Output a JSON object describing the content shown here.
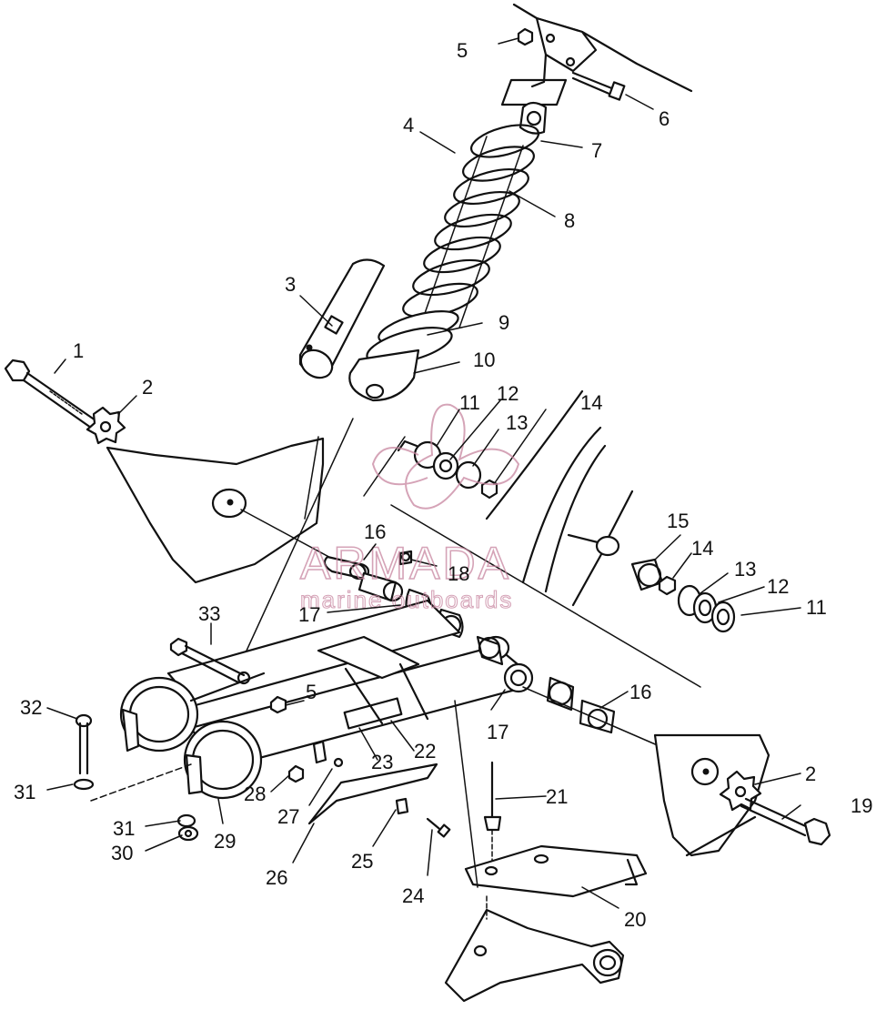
{
  "diagram": {
    "callouts": [
      "1",
      "2",
      "3",
      "4",
      "5",
      "6",
      "7",
      "8",
      "9",
      "10",
      "11",
      "12",
      "13",
      "14",
      "11",
      "12",
      "13",
      "14",
      "15",
      "16",
      "17",
      "18",
      "16",
      "17",
      "19",
      "2",
      "20",
      "21",
      "22",
      "23",
      "24",
      "25",
      "26",
      "27",
      "28",
      "29",
      "30",
      "31",
      "31",
      "32",
      "33",
      "5"
    ]
  },
  "watermark": {
    "brand": "ARMADA",
    "tagline": "marine outboards",
    "color": "#c7859f"
  }
}
